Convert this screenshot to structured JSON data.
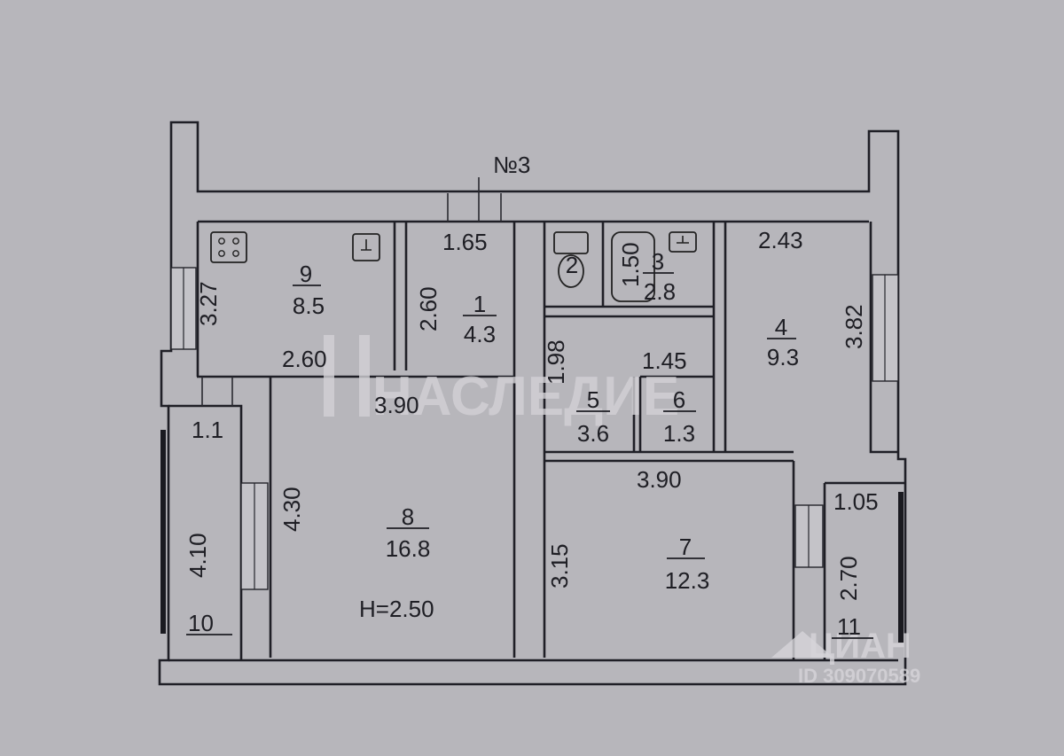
{
  "flat_number": "№3",
  "rooms": [
    {
      "id": "1",
      "area": "4.3"
    },
    {
      "id": "2",
      "area": ""
    },
    {
      "id": "3",
      "area": "2.8"
    },
    {
      "id": "4",
      "area": "9.3"
    },
    {
      "id": "5",
      "area": "3.6"
    },
    {
      "id": "6",
      "area": "1.3"
    },
    {
      "id": "7",
      "area": "12.3"
    },
    {
      "id": "8",
      "area": "16.8"
    },
    {
      "id": "9",
      "area": "8.5"
    },
    {
      "id": "10",
      "area": ""
    },
    {
      "id": "11",
      "area": ""
    }
  ],
  "dimensions": {
    "d_1_65": "1.65",
    "d_2_43": "2.43",
    "d_3_27": "3.27",
    "d_2_60_vert": "2.60",
    "d_1_50": "1.50",
    "d_3_82": "3.82",
    "d_2_60_horiz": "2.60",
    "d_1_98": "1.98",
    "d_1_45": "1.45",
    "d_3_90_top": "3.90",
    "d_1_1": "1.1",
    "d_3_90_mid": "3.90",
    "d_4_30": "4.30",
    "d_1_05": "1.05",
    "d_4_10": "4.10",
    "d_3_15": "3.15",
    "d_2_70": "2.70"
  },
  "ceiling_height": "H=2.50",
  "watermarks": {
    "agency": "НАСЛЕДИЕ",
    "portal": "ЦИАН",
    "listing_id": "ID 309070589"
  }
}
